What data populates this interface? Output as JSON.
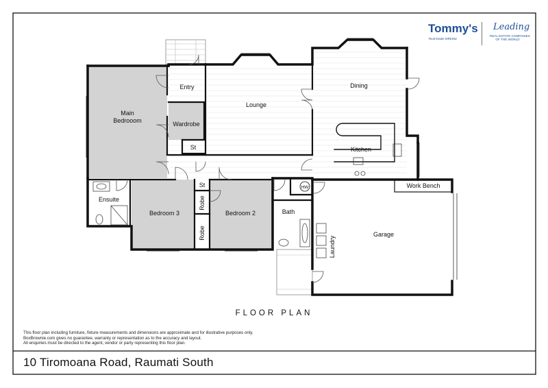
{
  "brand": {
    "name": "Tommy's",
    "tagline": "Real Estate MREINZ",
    "partner_name": "Leading",
    "partner_tagline_1": "REAL ESTATE COMPANIES",
    "partner_tagline_2": "OF THE WORLD"
  },
  "plan": {
    "title": "FLOOR PLAN",
    "rooms": {
      "entry": "Entry",
      "lounge": "Lounge",
      "dining": "Dining",
      "main_bedroom_1": "Main",
      "main_bedroom_2": "Bedrooom",
      "wardrobe": "Wardrobe",
      "st_1": "St",
      "st_2": "St",
      "kitchen": "Kitchen",
      "hw": "HW",
      "ensuite": "Ensuite",
      "bedroom3": "Bedroom 3",
      "robe_1": "Robe",
      "robe_2": "Robe",
      "bedroom2": "Bedroom 2",
      "bath": "Bath",
      "laundry": "Laundry",
      "garage": "Garage",
      "work_bench": "Work Bench"
    },
    "colors": {
      "bedroom_fill": "#d3d3d3",
      "wall": "#111111",
      "deck_line": "#bbbbbb"
    }
  },
  "disclaimer": {
    "line1": "This floor plan including furniture, fixture measurements and dimensions are approximate and for illustrative purposes only.",
    "line2": "BoxBrownie.com gives no guarantee, warranty or representation as to the accuracy and layout.",
    "line3": "All enquiries must be directed to the agent, vendor or party representing this floor plan."
  },
  "address": "10 Tiromoana Road, Raumati South"
}
